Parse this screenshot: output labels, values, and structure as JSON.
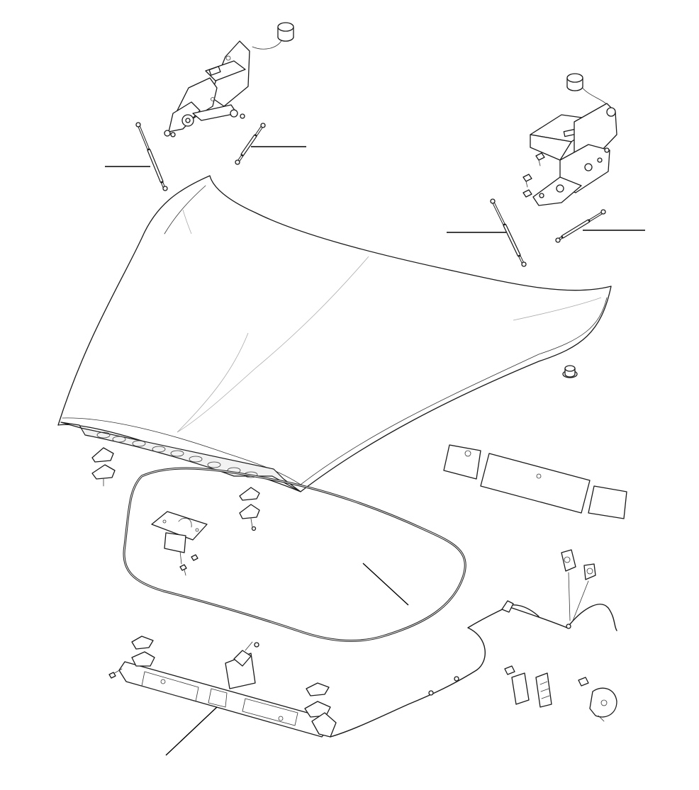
{
  "diagram": {
    "parts": [
      {
        "id": "bonnet",
        "icon": "bonnet-panel"
      },
      {
        "id": "hinge-left",
        "icon": "hinge-assembly"
      },
      {
        "id": "hinge-right",
        "icon": "hinge-assembly"
      },
      {
        "id": "gas-strut-1",
        "icon": "gas-strut"
      },
      {
        "id": "gas-strut-2",
        "icon": "gas-strut"
      },
      {
        "id": "gas-strut-3",
        "icon": "gas-strut"
      },
      {
        "id": "gas-strut-4",
        "icon": "gas-strut"
      },
      {
        "id": "bonnet-seal",
        "icon": "rubber-seal"
      },
      {
        "id": "insulation-pads",
        "icon": "insulation-panel"
      },
      {
        "id": "bonnet-latch",
        "icon": "latch"
      },
      {
        "id": "lock-platform",
        "icon": "latch-bracket"
      },
      {
        "id": "release-cable",
        "icon": "cable"
      },
      {
        "id": "release-handle",
        "icon": "handle"
      },
      {
        "id": "buffers",
        "icon": "rubber-buffer"
      },
      {
        "id": "fasteners",
        "icon": "screw"
      }
    ]
  }
}
